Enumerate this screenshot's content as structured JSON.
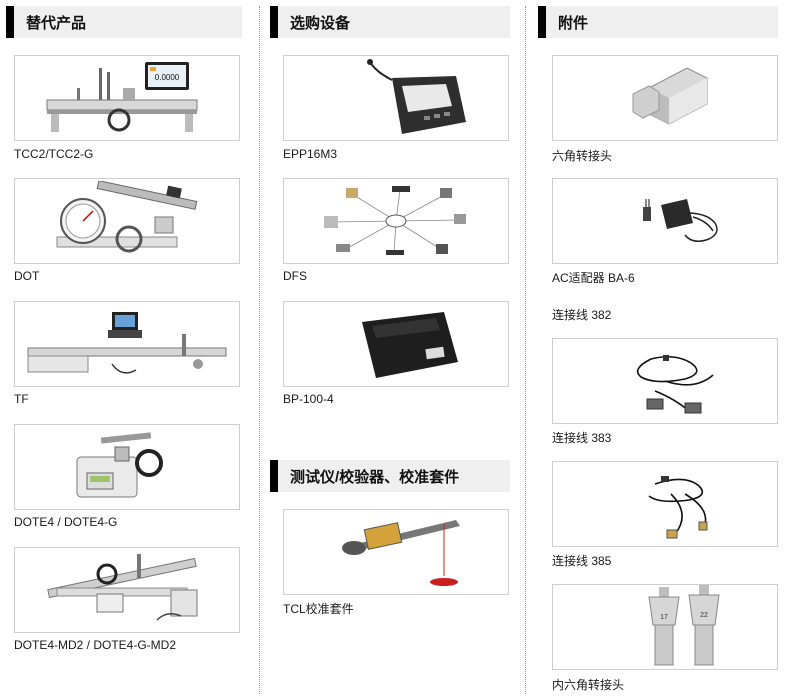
{
  "sections": {
    "replacements": {
      "title": "替代产品",
      "items": [
        {
          "caption": "TCC2/TCC2-G",
          "screen_reading": "0.0000"
        },
        {
          "caption": "DOT"
        },
        {
          "caption": "TF"
        },
        {
          "caption": "DOTE4 / DOTE4-G"
        },
        {
          "caption": "DOTE4-MD2 / DOTE4-G-MD2"
        }
      ]
    },
    "optional": {
      "title": "选购设备",
      "items": [
        {
          "caption": "EPP16M3"
        },
        {
          "caption": "DFS"
        },
        {
          "caption": "BP-100-4"
        }
      ]
    },
    "testers": {
      "title": "测试仪/校验器、校准套件",
      "items": [
        {
          "caption": "TCL校准套件"
        }
      ]
    },
    "accessories": {
      "title": "附件",
      "items": [
        {
          "caption": "六角转接头"
        },
        {
          "caption": "AC适配器 BA-6"
        },
        {
          "caption": "连接线 382"
        },
        {
          "caption": "连接线 383"
        },
        {
          "caption": "连接线 385"
        },
        {
          "caption": "内六角转接头",
          "labels": [
            "17",
            "22"
          ]
        }
      ]
    }
  },
  "colors": {
    "header_bar": "#000000",
    "header_bg": "#efefef",
    "card_border": "#cfcfcf"
  }
}
